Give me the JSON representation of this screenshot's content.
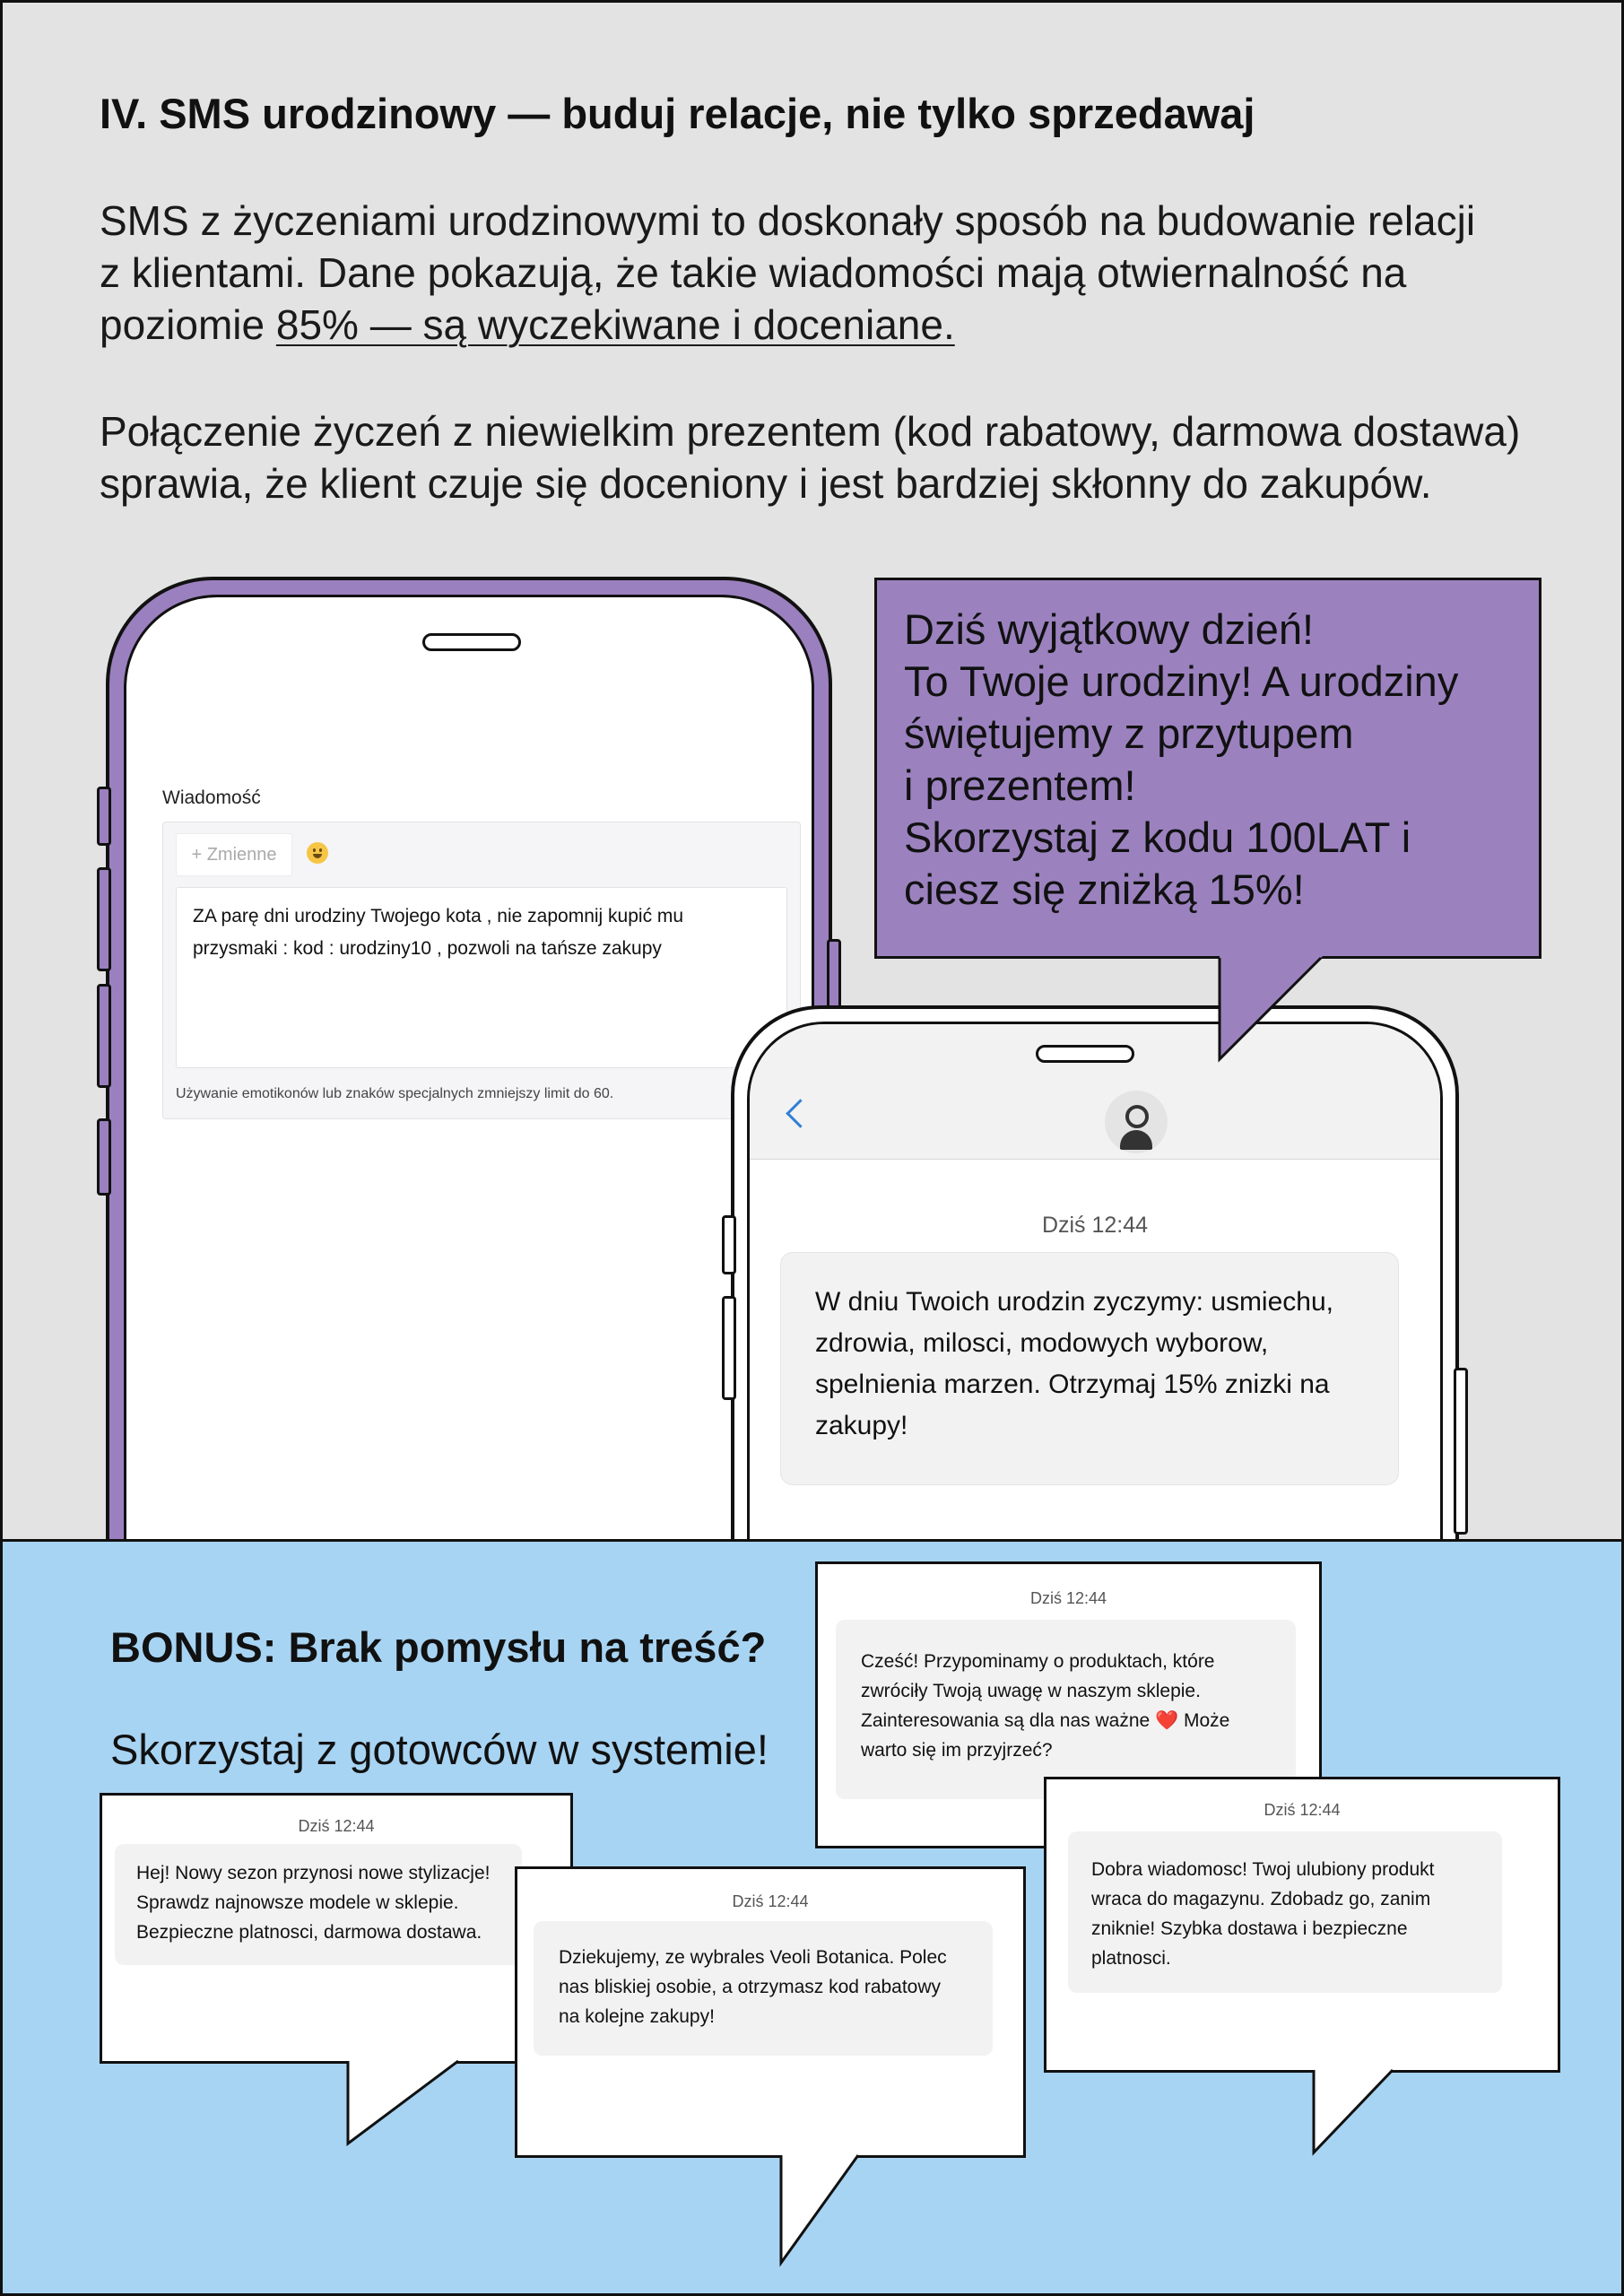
{
  "heading": "IV. SMS urodzinowy — buduj relacje, nie tylko sprzedawaj",
  "intro": {
    "line1": "SMS z życzeniami urodzinowymi to doskonały sposób na budowanie relacji",
    "line2": "z klientami. Dane pokazują, że takie wiadomości mają otwiernalność na",
    "line3_prefix": "poziomie ",
    "line3_underlined": "85% — są wyczekiwane i doceniane."
  },
  "paragraph2": "Połączenie życzeń z niewielkim prezentem (kod rabatowy, darmowa dostawa) sprawia, że klient czuje się doceniony i jest bardziej skłonny do zakupów.",
  "editor": {
    "label": "Wiadomość",
    "variables_button": "+ Zmienne",
    "message": "ZA parę dni urodziny Twojego kota , nie zapomnij kupić mu przysmaki : kod :  urodziny10  , pozwoli na tańsze zakupy",
    "hint": "Używanie emotikonów lub znaków specjalnych zmniejszy limit do 60.",
    "count": "1"
  },
  "callout": {
    "lines": [
      "Dziś wyjątkowy dzień!",
      "To Twoje urodziny! A urodziny",
      "świętujemy z przytupem",
      "i prezentem!",
      "Skorzystaj z kodu 100LAT i",
      "ciesz się zniżką 15%!"
    ]
  },
  "sms_phone": {
    "time": "Dziś 12:44",
    "message": "W dniu Twoich urodzin zyczymy: usmiechu, zdrowia, milosci, modowych wyborow, spelnienia marzen. Otrzymaj 15% znizki na zakupy!"
  },
  "bonus": {
    "title": "BONUS: Brak pomysłu na treść?",
    "subtitle": "Skorzystaj z gotowców w systemie!",
    "cards": [
      {
        "time": "Dziś 12:44",
        "text": "Cześć! Przypominamy o produktach, które zwróciły Twoją uwagę w naszym sklepie. Zainteresowania są dla nas ważne ❤️ Może warto się im przyjrzeć?"
      },
      {
        "time": "Dziś 12:44",
        "text": "Hej! Nowy sezon przynosi nowe stylizacje! Sprawdz najnowsze modele w sklepie. Bezpieczne platnosci, darmowa dostawa."
      },
      {
        "time": "Dziś 12:44",
        "text": "Dziekujemy, ze wybrales Veoli Botanica. Polec nas bliskiej osobie, a otrzymasz kod rabatowy na kolejne zakupy!"
      },
      {
        "time": "Dziś 12:44",
        "text": "Dobra wiadomosc! Twoj ulubiony produkt wraca do magazynu. Zdobadz go, zanim zniknie! Szybka dostawa i bezpieczne platnosci."
      }
    ]
  },
  "colors": {
    "page_bg": "#e3e3e3",
    "purple": "#9b80bf",
    "bonus_bg": "#a8d4f3",
    "link_blue": "#2f7fd6"
  }
}
